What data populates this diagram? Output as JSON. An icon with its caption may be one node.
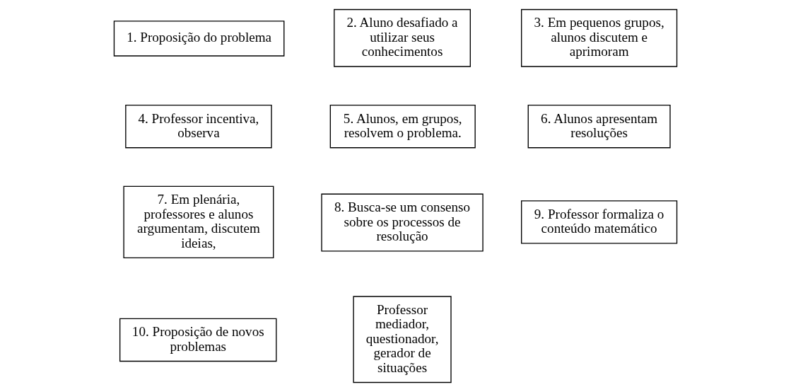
{
  "diagram": {
    "nodes": [
      {
        "text": [
          "1. Proposição do problema"
        ]
      },
      {
        "text": [
          "2. Aluno desafiado a utilizar seus conhecimentos"
        ]
      },
      {
        "text": [
          "3. Em pequenos grupos, alunos discutem e aprimoram"
        ]
      },
      {
        "text": [
          "4. Professor incentiva, observa"
        ]
      },
      {
        "text": [
          "5. Alunos, em grupos, resolvem o problema."
        ]
      },
      {
        "text": [
          "6. Alunos apresentam resoluções"
        ]
      },
      {
        "text": [
          "7. Em plenária, professores e alunos argumentam, discutem ideias,"
        ]
      },
      {
        "text": [
          "8. Busca-se um consenso sobre os processos de resolução"
        ]
      },
      {
        "text": [
          "9. Professor formaliza o conteúdo matemático"
        ]
      },
      {
        "text": [
          "10. Proposição de novos problemas"
        ]
      },
      {
        "text": [
          "Professor mediador, questionador, gerador de situações"
        ]
      }
    ]
  }
}
